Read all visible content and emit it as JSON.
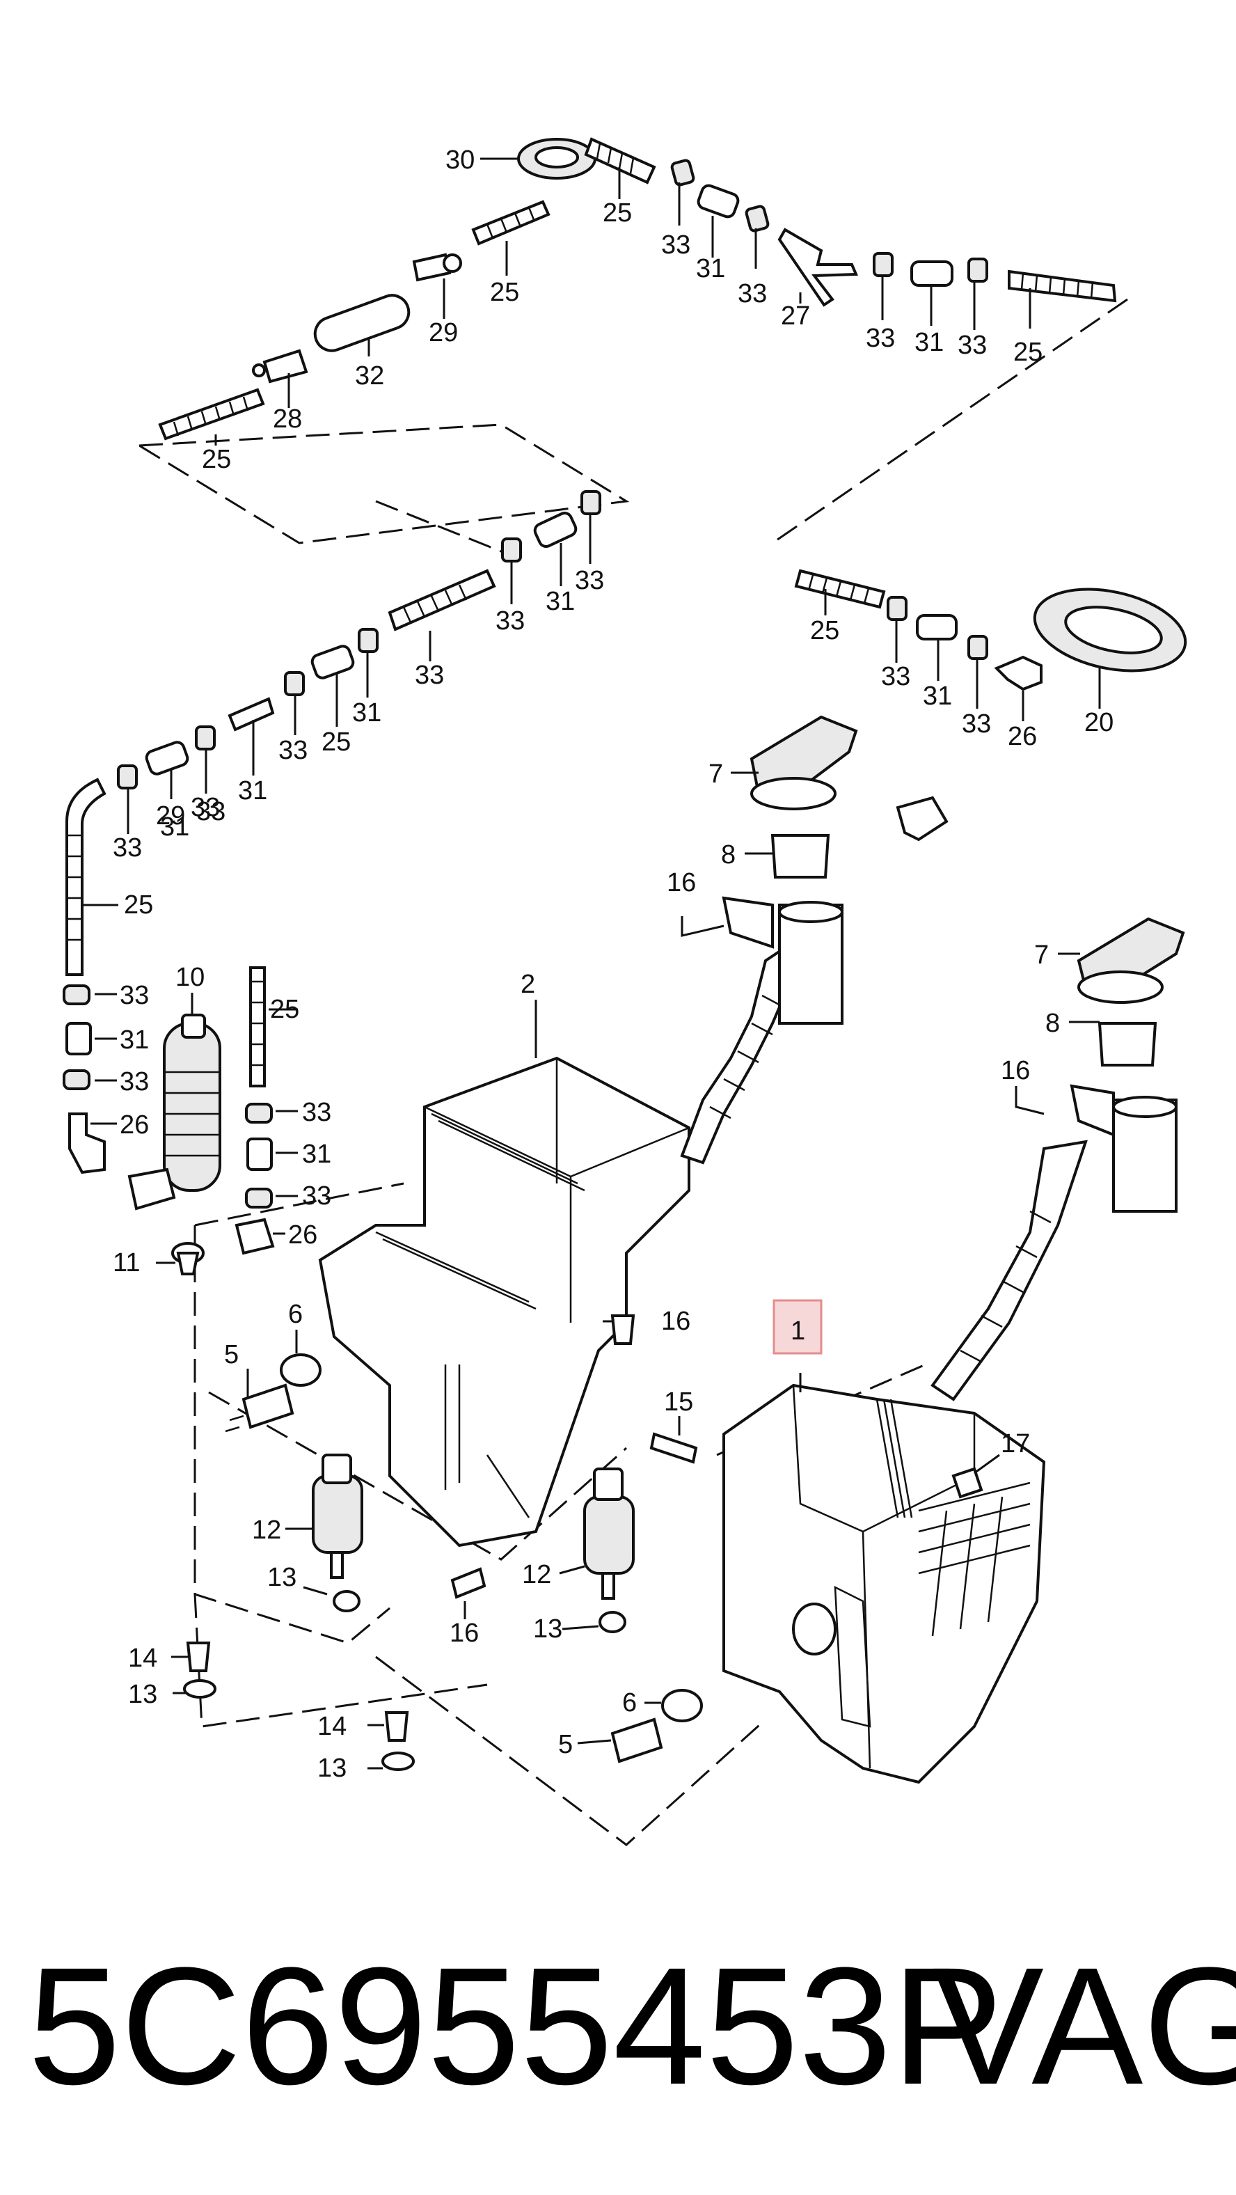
{
  "diagram": {
    "callouts": [
      "30",
      "25",
      "33",
      "31",
      "33",
      "27",
      "33",
      "31",
      "33",
      "25",
      "25",
      "29",
      "32",
      "28",
      "25",
      "33",
      "31",
      "33",
      "33",
      "31",
      "25",
      "33",
      "31",
      "33",
      "29",
      "33",
      "31",
      "33",
      "25",
      "25",
      "33",
      "31",
      "33",
      "26",
      "20",
      "7",
      "8",
      "16",
      "7",
      "8",
      "16",
      "25",
      "10",
      "33",
      "31",
      "33",
      "26",
      "33",
      "31",
      "33",
      "26",
      "2",
      "11",
      "6",
      "5",
      "12",
      "13",
      "16",
      "14",
      "13",
      "14",
      "13",
      "16",
      "15",
      "1",
      "17",
      "12",
      "13",
      "6",
      "5"
    ],
    "highlighted_callout": "1"
  },
  "footer": {
    "part_number": "5C6955453P",
    "brand": "VAG"
  }
}
